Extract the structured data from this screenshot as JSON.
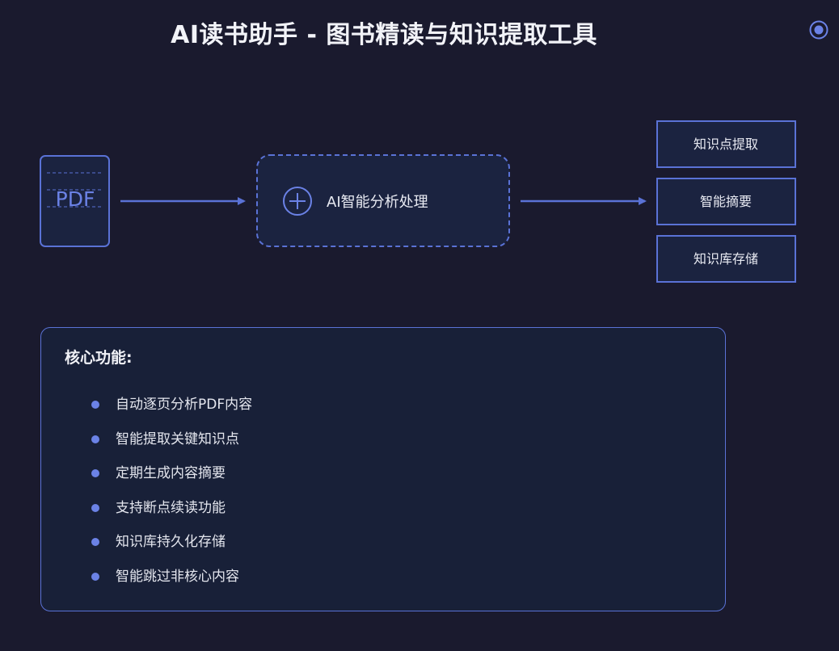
{
  "header": {
    "title": "AI读书助手 - 图书精读与知识提取工具",
    "corner_icon": "radio-target-icon"
  },
  "diagram": {
    "input": {
      "label": "PDF",
      "icon": "document-icon"
    },
    "process": {
      "label": "AI智能分析处理",
      "icon": "plus-circle-icon"
    },
    "outputs": [
      {
        "label": "知识点提取"
      },
      {
        "label": "智能摘要"
      },
      {
        "label": "知识库存储"
      }
    ]
  },
  "features": {
    "heading": "核心功能:",
    "items": [
      "自动逐页分析PDF内容",
      "智能提取关键知识点",
      "定期生成内容摘要",
      "支持断点续读功能",
      "知识库持久化存储",
      "智能跳过非核心内容"
    ]
  },
  "colors": {
    "background": "#1a1a2e",
    "accent": "#5a72d6",
    "panel": "#182038",
    "text": "#e8eaf2"
  }
}
